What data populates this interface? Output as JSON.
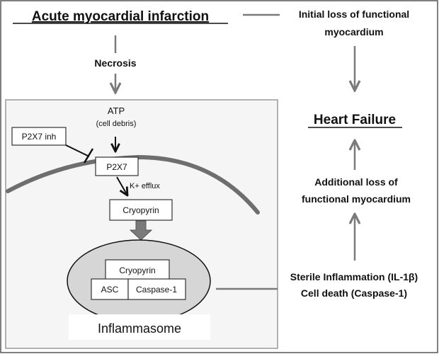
{
  "title": "Acute myocardial infarction",
  "necrosis": "Necrosis",
  "initial_loss": {
    "line1": "Initial loss of functional",
    "line2": "myocardium"
  },
  "heart_failure": "Heart Failure",
  "additional_loss": {
    "line1": "Additional loss of",
    "line2": "functional myocardium"
  },
  "sterile": {
    "line1": "Sterile Inflammation (IL-1β)",
    "line2": "Cell death (Caspase-1)"
  },
  "cell": {
    "atp": "ATP",
    "cell_debris": "(cell debris)",
    "p2x7_inh": "P2X7 inh",
    "p2x7": "P2X7",
    "k_efflux": "K+ efflux",
    "cryopyrin": "Cryopyrin",
    "complex": {
      "cryopyrin": "Cryopyrin",
      "asc": "ASC",
      "caspase": "Caspase-1"
    },
    "inflammasome": "Inflammasome"
  },
  "colors": {
    "arrow_gray": "#7a7a7a",
    "membrane": "#6e6e6e",
    "ellipse_fill": "#d6d6d6",
    "panel_fill": "#f5f5f5"
  }
}
